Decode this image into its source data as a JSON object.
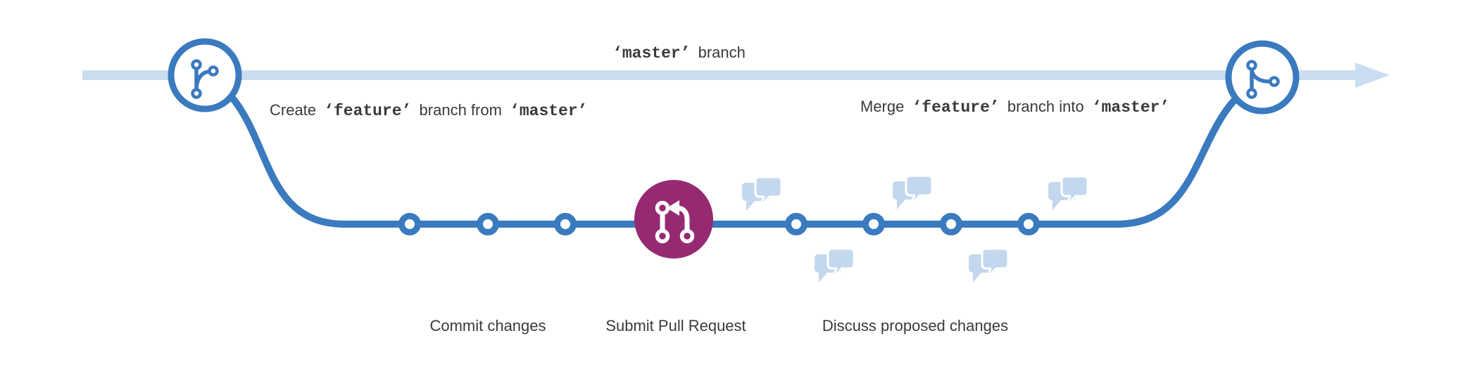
{
  "colors": {
    "blue": "#3a7abf",
    "light_blue": "#cbddf1",
    "bubble_blue": "#c3d8ee",
    "magenta": "#962a72",
    "text": "#3a3a3a"
  },
  "master_branch": {
    "code": "‘master’",
    "suffix": "branch"
  },
  "annotations": {
    "create": {
      "t1": "Create",
      "c1": "‘feature’",
      "t2": "branch from",
      "c2": "‘master’"
    },
    "merge": {
      "t1": "Merge",
      "c1": "‘feature’",
      "t2": "branch into",
      "c2": "‘master’"
    }
  },
  "steps": [
    {
      "label": "Commit changes"
    },
    {
      "label": "Submit Pull Request"
    },
    {
      "label": "Discuss proposed changes"
    }
  ],
  "icons": {
    "left_node": "git-branch-icon",
    "right_node": "git-merge-icon",
    "center_node": "git-pull-request-icon",
    "discussion": "speech-bubbles-icon"
  }
}
